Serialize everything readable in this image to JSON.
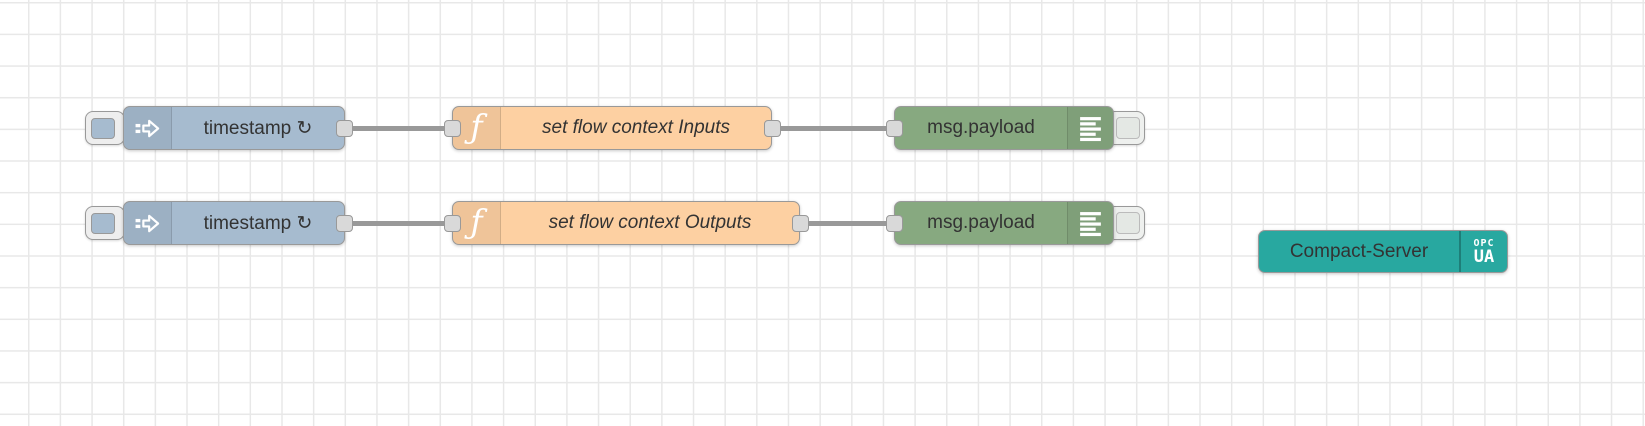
{
  "canvas": {
    "background": "#ffffff",
    "grid_color": "#e8e8e8"
  },
  "colors": {
    "inject_node": "#a6bbcf",
    "function_node": "#fdd0a2",
    "debug_node": "#87a980",
    "server_node": "#28a8a0",
    "port_fill": "#d9d9d9",
    "wire": "#999999",
    "node_border": "#999999",
    "label_text": "#333333"
  },
  "icons": {
    "function_glyph": "ƒ",
    "inject_icon": "arrow-into-node",
    "debug_icon": "list-lines",
    "server_badge": "OPC UA logo"
  },
  "flow": {
    "rows": [
      {
        "inject_label": "timestamp ↻",
        "function_label": "set flow context Inputs",
        "debug_label": "msg.payload"
      },
      {
        "inject_label": "timestamp ↻",
        "function_label": "set flow context Outputs",
        "debug_label": "msg.payload"
      }
    ],
    "server": {
      "label": "Compact-Server",
      "badge_top": "OPC",
      "badge_bottom": "UA"
    }
  }
}
